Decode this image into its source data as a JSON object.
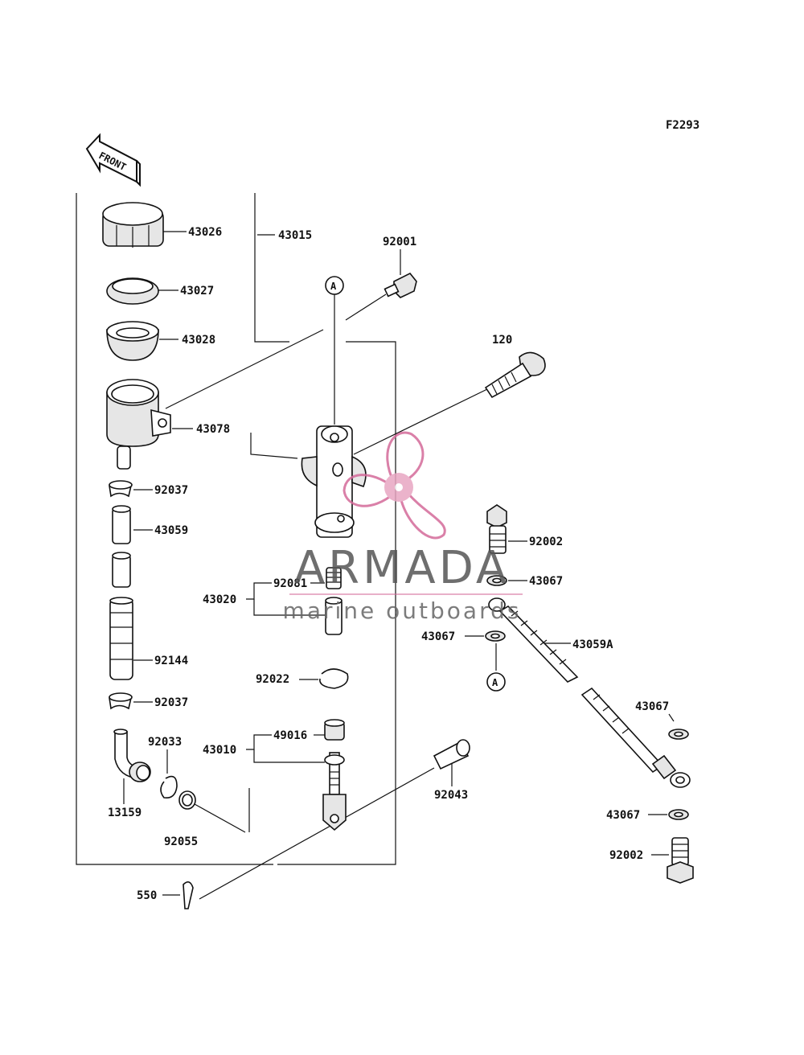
{
  "diagram": {
    "figure_code": "F2293",
    "front_label": "FRONT",
    "callout_a": "A",
    "part_labels": {
      "p43026": "43026",
      "p43015": "43015",
      "p92001": "92001",
      "p43027": "43027",
      "p43028": "43028",
      "p120": "120",
      "p43078": "43078",
      "p92037a": "92037",
      "p43059": "43059",
      "p92002a": "92002",
      "p43067a": "43067",
      "p43020": "43020",
      "p92081": "92081",
      "p43067b": "43067",
      "p43059a": "43059A",
      "p92144": "92144",
      "p92022": "92022",
      "p92037b": "92037",
      "p43067c": "43067",
      "p92033": "92033",
      "p49016": "49016",
      "p43010": "43010",
      "p92043": "92043",
      "p13159": "13159",
      "p43067d": "43067",
      "p92055": "92055",
      "p92002b": "92002",
      "p550": "550"
    }
  },
  "watermark": {
    "brand": "ARMADA",
    "tagline": "marine outboards",
    "color": "#d46a9a"
  }
}
